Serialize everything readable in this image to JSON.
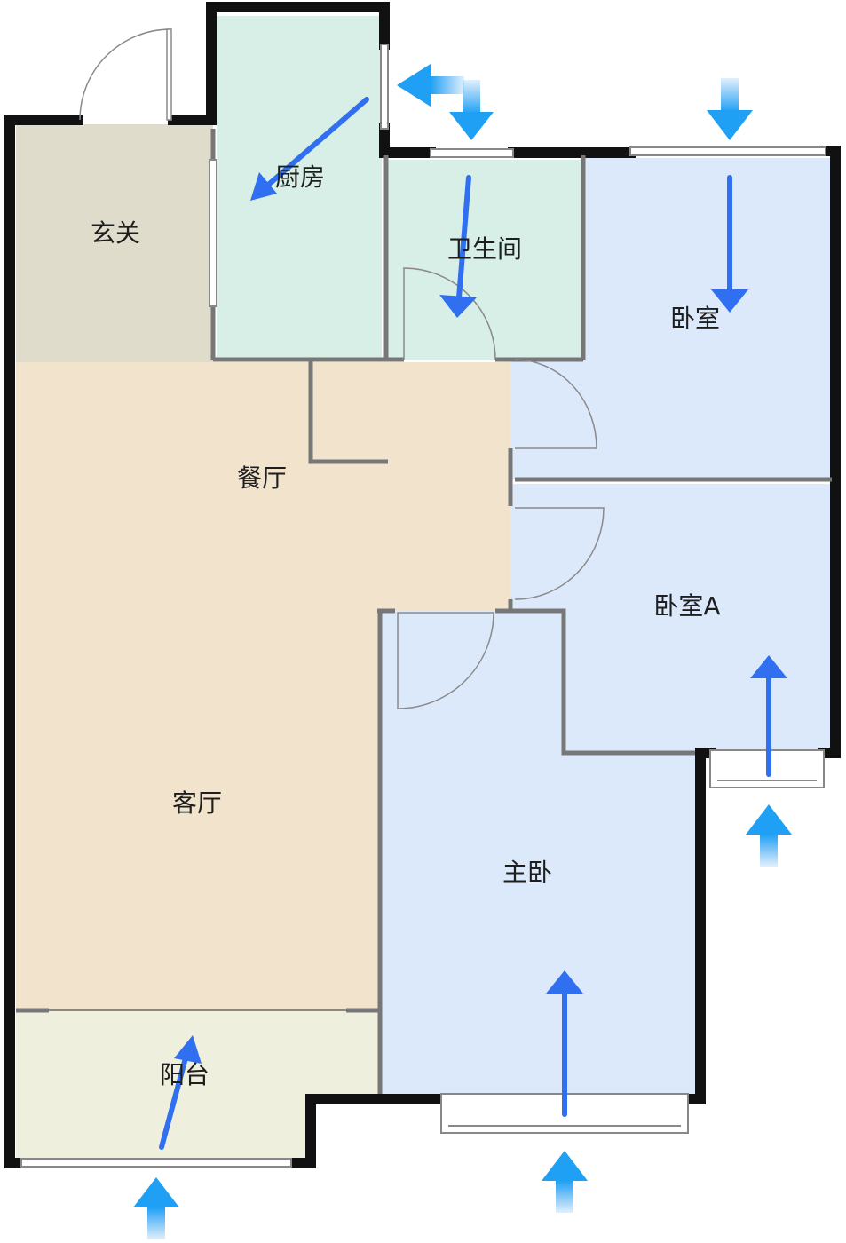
{
  "rooms": {
    "entrance": "玄关",
    "kitchen": "厨房",
    "bathroom": "卫生间",
    "bedroom": "卧室",
    "dining": "餐厅",
    "bedroom_a": "卧室A",
    "living": "客厅",
    "master_bedroom": "主卧",
    "balcony": "阳台"
  },
  "colors": {
    "entrance": "#dfdccb",
    "kitchen": "#d7efe6",
    "bathroom": "#d7efe6",
    "bedroom": "#dce9fb",
    "living_dining": "#f2e3cd",
    "balcony": "#efefdd",
    "wall": "#111111",
    "inner_wall": "#777777",
    "flow_arrow": "#2f6ff0",
    "window_arrow": "#2f9bf0"
  }
}
